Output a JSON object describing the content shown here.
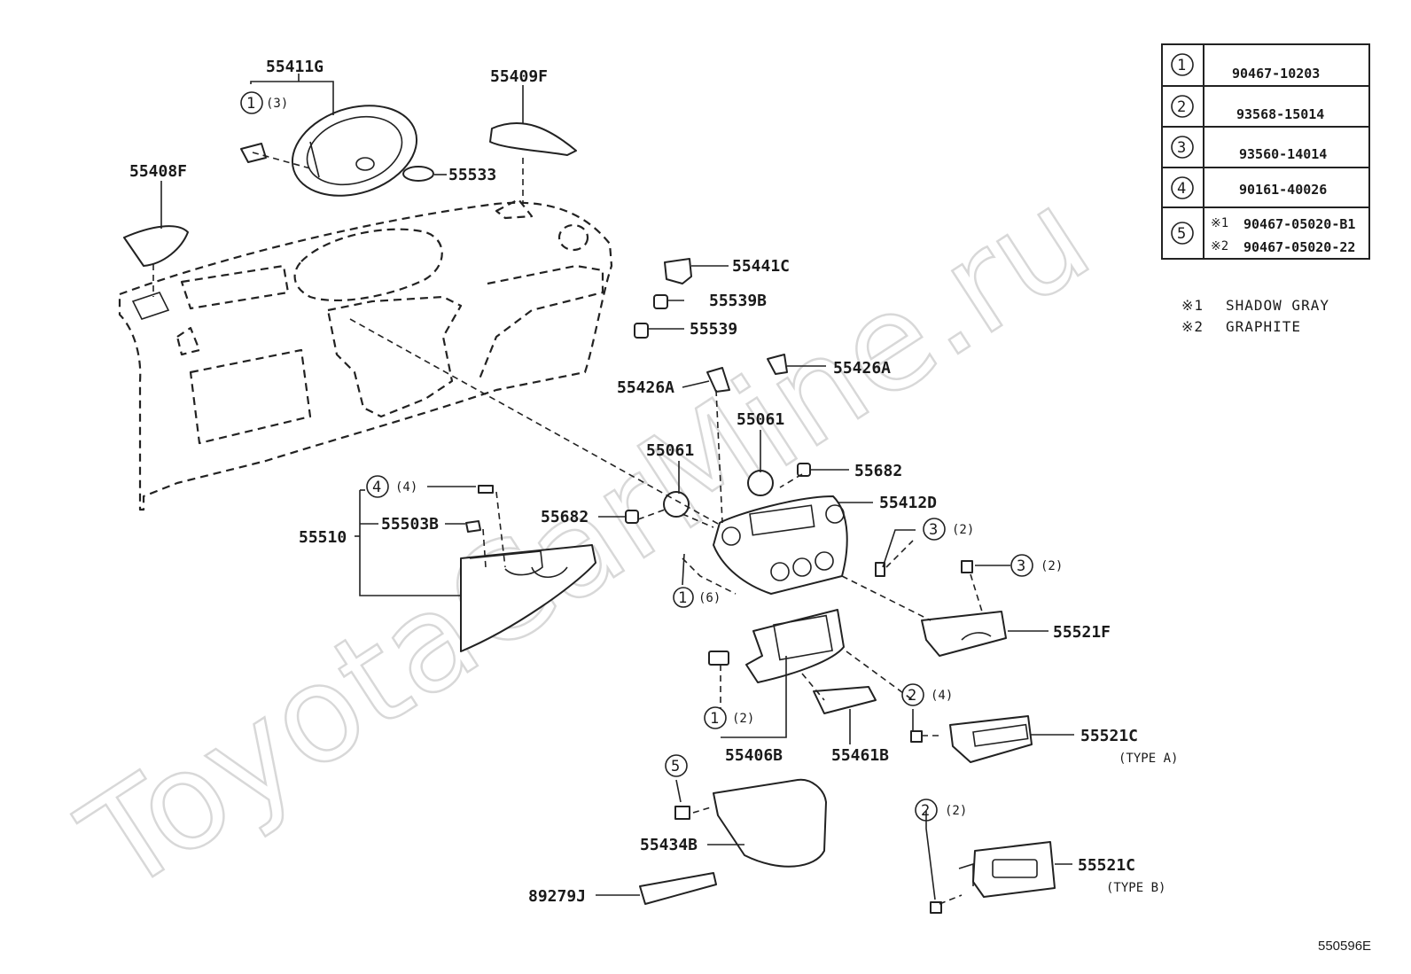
{
  "diagram_id": "550596E",
  "watermark": "ToyotaCarMine.ru",
  "labels": {
    "p55411G": "55411G",
    "p55409F": "55409F",
    "p55408F": "55408F",
    "p55533": "55533",
    "p55441C": "55441C",
    "p55539B": "55539B",
    "p55539": "55539",
    "p55426A_left": "55426A",
    "p55426A_right": "55426A",
    "p55061_left": "55061",
    "p55061_right": "55061",
    "p55682_left": "55682",
    "p55682_right": "55682",
    "p55412D": "55412D",
    "p55510": "55510",
    "p55503B": "55503B",
    "p55521F": "55521F",
    "p55406B": "55406B",
    "p55461B": "55461B",
    "p55521C_a": "55521C",
    "p55521C_b": "55521C",
    "p55434B": "55434B",
    "p89279J": "89279J",
    "type_a": "(TYPE A)",
    "type_b": "(TYPE B)"
  },
  "callouts": {
    "c1_top": {
      "num": "1",
      "qty": "(3)"
    },
    "c4": {
      "num": "4",
      "qty": "(4)"
    },
    "c3_upper": {
      "num": "3",
      "qty": "(2)"
    },
    "c3_lower": {
      "num": "3",
      "qty": "(2)"
    },
    "c1_mid": {
      "num": "1",
      "qty": "(6)"
    },
    "c2_mid": {
      "num": "2",
      "qty": "(4)"
    },
    "c1_low": {
      "num": "1",
      "qty": "(2)"
    },
    "c5": {
      "num": "5",
      "qty": ""
    },
    "c2_low": {
      "num": "2",
      "qty": "(2)"
    }
  },
  "fastener_table": [
    {
      "num": "1",
      "part": "90467-10203"
    },
    {
      "num": "2",
      "part": "93568-15014"
    },
    {
      "num": "3",
      "part": "93560-14014"
    },
    {
      "num": "4",
      "part": "90161-40026"
    },
    {
      "num": "5",
      "parts": [
        {
          "mark": "※1",
          "part": "90467-05020-B1"
        },
        {
          "mark": "※2",
          "part": "90467-05020-22"
        }
      ]
    }
  ],
  "notes": [
    {
      "mark": "※1",
      "text": "SHADOW GRAY"
    },
    {
      "mark": "※2",
      "text": "GRAPHITE"
    }
  ]
}
